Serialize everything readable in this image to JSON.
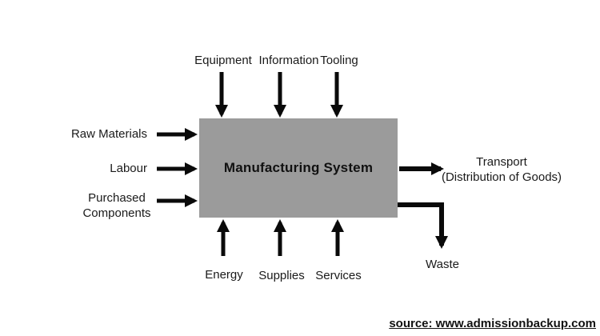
{
  "diagram": {
    "title": "Manufacturing System input-output diagram",
    "box": {
      "label": "Manufacturing System",
      "fill": "#9b9b9b"
    },
    "top_inputs": {
      "items": [
        {
          "label": "Equipment"
        },
        {
          "label": "Information"
        },
        {
          "label": "Tooling"
        }
      ]
    },
    "left_inputs": {
      "items": [
        {
          "label": "Raw Materials"
        },
        {
          "label": "Labour"
        },
        {
          "label": "Purchased Components"
        }
      ]
    },
    "bottom_inputs": {
      "items": [
        {
          "label": "Energy"
        },
        {
          "label": "Supplies"
        },
        {
          "label": "Services"
        }
      ]
    },
    "outputs": {
      "transport": {
        "line1": "Transport",
        "line2": "(Distribution of Goods)"
      },
      "waste": {
        "label": "Waste"
      }
    },
    "colors": {
      "box_fill": "#9b9b9b",
      "arrow": "#0a0a0a",
      "background": "#ffffff",
      "text": "#1a1a1a"
    }
  },
  "source": {
    "label": "source: www.admissionbackup.com"
  }
}
